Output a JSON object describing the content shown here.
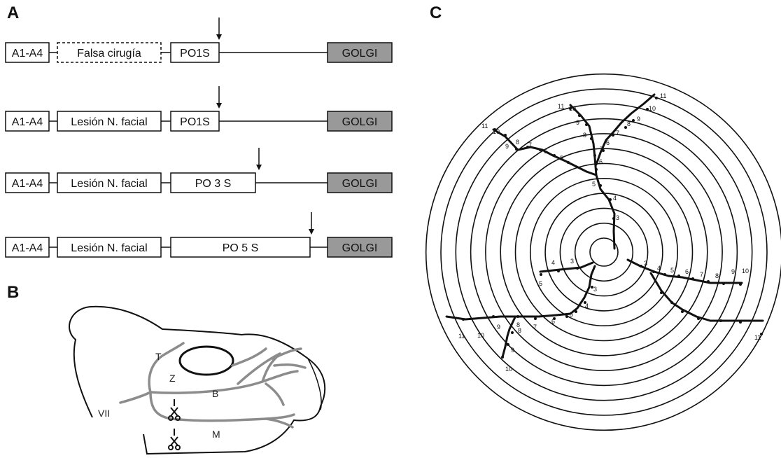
{
  "panels": {
    "a": "A",
    "b": "B",
    "c": "C"
  },
  "timeline": {
    "start_label": "A1-A4",
    "end_label": "GOLGI",
    "rows": [
      {
        "middle": "Falsa cirugía",
        "po": "PO1S",
        "sham": true
      },
      {
        "middle": "Lesión N. facial",
        "po": "PO1S",
        "sham": false
      },
      {
        "middle": "Lesión N. facial",
        "po": "PO 3 S",
        "sham": false
      },
      {
        "middle": "Lesión N. facial",
        "po": "PO 5 S",
        "sham": false
      }
    ]
  },
  "nerve_labels": {
    "t": "T",
    "z": "Z",
    "b": "B",
    "vii": "VII",
    "m": "M"
  },
  "sholl_numbers": {
    "b1": [
      "3",
      "4",
      "5",
      "6",
      "7",
      "8",
      "9",
      "10",
      "11"
    ],
    "b1a": [
      "5",
      "6",
      "7",
      "8",
      "9",
      "10",
      "11"
    ],
    "b2": [
      "6",
      "7",
      "8",
      "9",
      "10",
      "11"
    ],
    "b3": [
      "3",
      "4",
      "5",
      "6",
      "7",
      "8",
      "9",
      "10",
      "11"
    ],
    "b4": [
      "3",
      "4",
      "5"
    ],
    "b5": [
      "3",
      "4",
      "5",
      "6",
      "7",
      "8",
      "9",
      "10",
      "11"
    ],
    "b5a": [
      "8",
      "9",
      "10"
    ]
  },
  "colors": {
    "box_fill_golgi": "#999999",
    "nerve": "#8c8c8c",
    "line": "#111111"
  }
}
